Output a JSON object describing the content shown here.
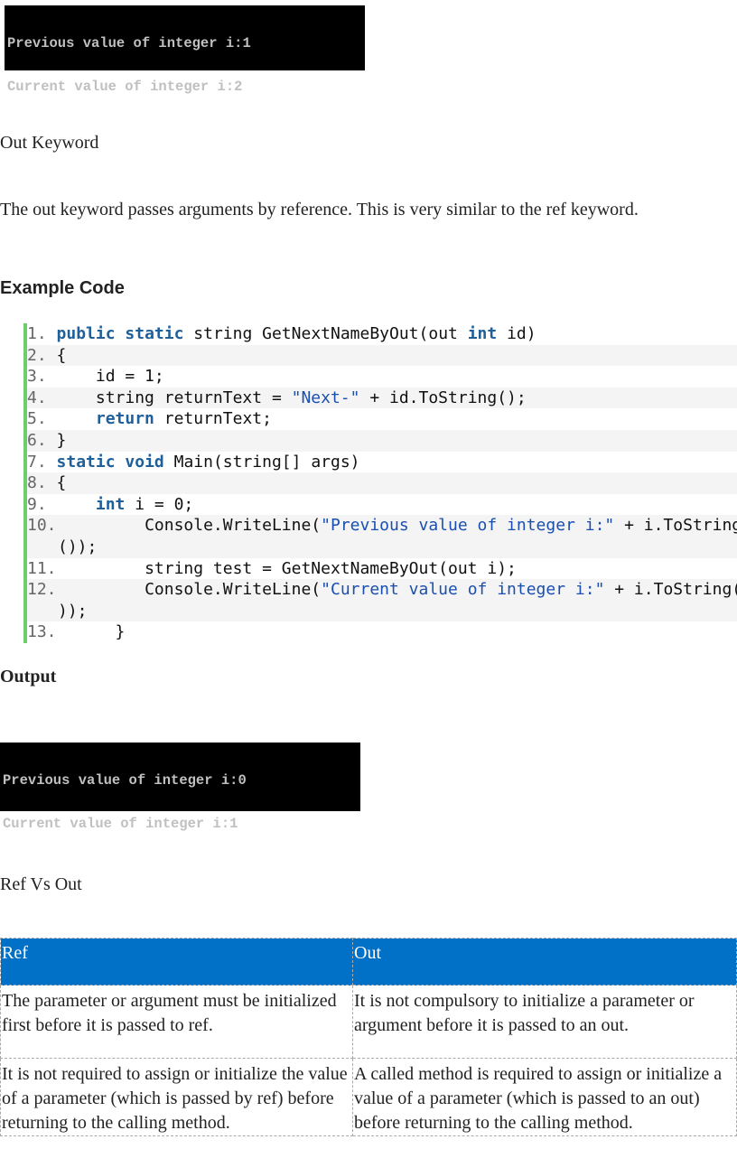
{
  "console_top": {
    "lines": [
      "Previous value of integer i:1",
      "Current value of integer i:2"
    ]
  },
  "section_title": "Out Keyword",
  "intro": "The out keyword passes arguments by reference. This is very similar to the ref keyword.",
  "example_heading": "Example Code",
  "code": {
    "lines": [
      {
        "num": "1.",
        "indent": " ",
        "parts": [
          [
            "kw",
            "public"
          ],
          [
            "t",
            " "
          ],
          [
            "kw",
            "static"
          ],
          [
            "t",
            " string GetNextNameByOut(out "
          ],
          [
            "kw",
            "int"
          ],
          [
            "t",
            " id)"
          ]
        ]
      },
      {
        "num": "2.",
        "indent": " ",
        "parts": [
          [
            "t",
            "{"
          ]
        ]
      },
      {
        "num": "3.",
        "indent": "     ",
        "parts": [
          [
            "t",
            "id = 1;"
          ]
        ]
      },
      {
        "num": "4.",
        "indent": "     ",
        "parts": [
          [
            "t",
            "string returnText = "
          ],
          [
            "str",
            "\"Next-\""
          ],
          [
            "t",
            " + id.ToString();"
          ]
        ]
      },
      {
        "num": "5.",
        "indent": "     ",
        "parts": [
          [
            "kw",
            "return"
          ],
          [
            "t",
            " returnText;"
          ]
        ]
      },
      {
        "num": "6.",
        "indent": " ",
        "parts": [
          [
            "t",
            "}"
          ]
        ]
      },
      {
        "num": "7.",
        "indent": " ",
        "parts": [
          [
            "kw",
            "static"
          ],
          [
            "t",
            " "
          ],
          [
            "kw",
            "void"
          ],
          [
            "t",
            " Main(string[] args)"
          ]
        ]
      },
      {
        "num": "8.",
        "indent": " ",
        "parts": [
          [
            "t",
            "{"
          ]
        ]
      },
      {
        "num": "9.",
        "indent": "     ",
        "parts": [
          [
            "kw",
            "int"
          ],
          [
            "t",
            " i = 0;"
          ]
        ]
      },
      {
        "num": "10.",
        "indent": "         ",
        "parts": [
          [
            "t",
            "Console.WriteLine("
          ],
          [
            "str",
            "\"Previous value of integer i:\""
          ],
          [
            "t",
            " + i.ToString"
          ]
        ],
        "cont": "());"
      },
      {
        "num": "11.",
        "indent": "         ",
        "parts": [
          [
            "t",
            "string test = GetNextNameByOut(out i);"
          ]
        ]
      },
      {
        "num": "12.",
        "indent": "         ",
        "parts": [
          [
            "t",
            "Console.WriteLine("
          ],
          [
            "str",
            "\"Current value of integer i:\""
          ],
          [
            "t",
            " + i.ToString("
          ]
        ],
        "cont": "));"
      },
      {
        "num": "13.",
        "indent": "      ",
        "parts": [
          [
            "t",
            "}"
          ]
        ]
      }
    ]
  },
  "output_heading": "Output",
  "console_bottom": {
    "lines": [
      "Previous value of integer i:0",
      "Current value of integer i:1"
    ]
  },
  "compare_title": "Ref Vs Out",
  "table": {
    "headers": [
      "Ref",
      "Out"
    ],
    "rows": [
      [
        "The parameter or argument must be initialized first before it is passed to ref.",
        "It is not compulsory to initialize a parameter or argument before it is passed to an out."
      ],
      [
        "It is not required to assign or initialize the value of a parameter (which is passed by ref) before returning to the calling method.",
        "A called method is required to assign or initialize a value of a parameter (which is passed to an out) before returning to the calling method."
      ]
    ]
  },
  "colors": {
    "table_header_bg": "#0170c7",
    "code_border": "#6ccf6c",
    "keyword": "#1f5f9a",
    "string": "#1a4fb0"
  }
}
